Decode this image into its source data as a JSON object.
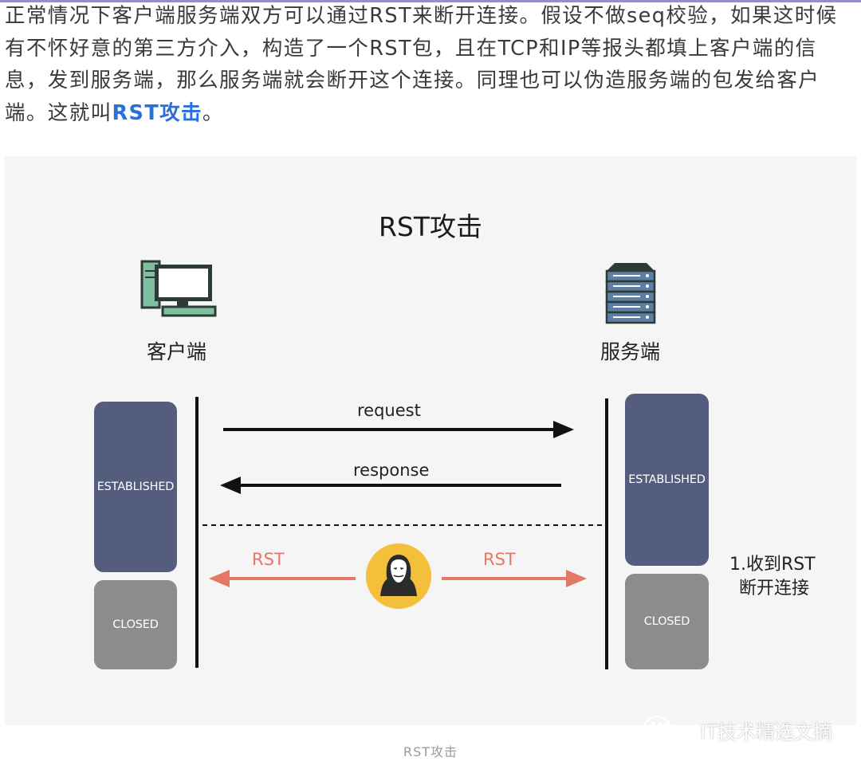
{
  "paragraph": {
    "text": "正常情况下客户端服务端双方可以通过RST来断开连接。假设不做seq校验，如果这时候有不怀好意的第三方介入，构造了一个RST包，且在TCP和IP等报头都填上客户端的信息，发到服务端，那么服务端就会断开这个连接。同理也可以伪造服务端的包发给客户端。这就叫",
    "highlight": "RST攻击",
    "end": "。"
  },
  "diagram": {
    "title": "RST攻击",
    "client": {
      "label": "客户端",
      "icon": "computer-icon"
    },
    "server": {
      "label": "服务端",
      "icon": "server-rack-icon"
    },
    "client_states": {
      "established": "ESTABLISHED",
      "closed": "CLOSED"
    },
    "server_states": {
      "established": "ESTABLISHED",
      "closed": "CLOSED"
    },
    "messages": {
      "request": "request",
      "response": "response"
    },
    "attack": {
      "left_label": "RST",
      "right_label": "RST",
      "icon": "hacker-icon"
    },
    "note": {
      "line1": "1.收到RST",
      "line2": "断开连接"
    }
  },
  "colors": {
    "established": "#555d7f",
    "closed": "#8c8c8c",
    "rst": "#e37866",
    "highlight": "#2a6fdb",
    "hacker_bg": "#f4bf3a"
  },
  "watermark": {
    "text": "IT技术精选文摘",
    "icon": "wechat-icon"
  },
  "caption": "RST攻击"
}
